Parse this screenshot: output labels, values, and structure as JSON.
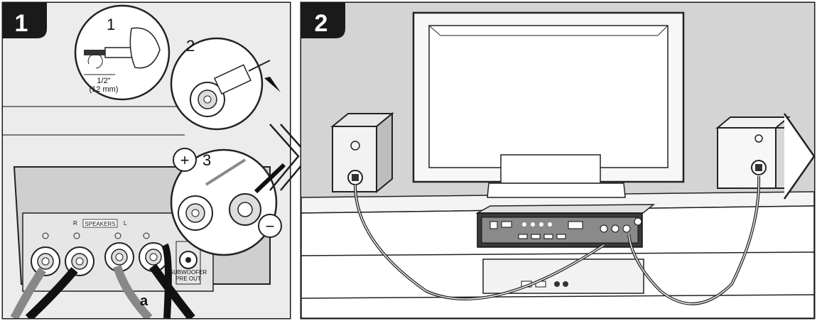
{
  "panel1": {
    "badge": "1",
    "step1": {
      "number": "1",
      "length_inch": "1/2\"",
      "length_mm": "(12 mm)"
    },
    "step2": {
      "number": "2"
    },
    "step3": {
      "number": "3",
      "plus": "+",
      "minus": "−"
    },
    "terminal_panel": {
      "speakers_label": "SPEAKERS",
      "right_label": "R",
      "left_label": "L",
      "subwoofer_label_top": "SUBWOOFER",
      "subwoofer_label_bottom": "PRE OUT"
    },
    "cable_label": "a"
  },
  "panel2": {
    "badge": "2"
  },
  "colors": {
    "badge_bg": "#1a1a1a",
    "panel_border": "#1a1a1a",
    "wall_gray": "#d4d4d4",
    "paper": "#ffffff"
  }
}
